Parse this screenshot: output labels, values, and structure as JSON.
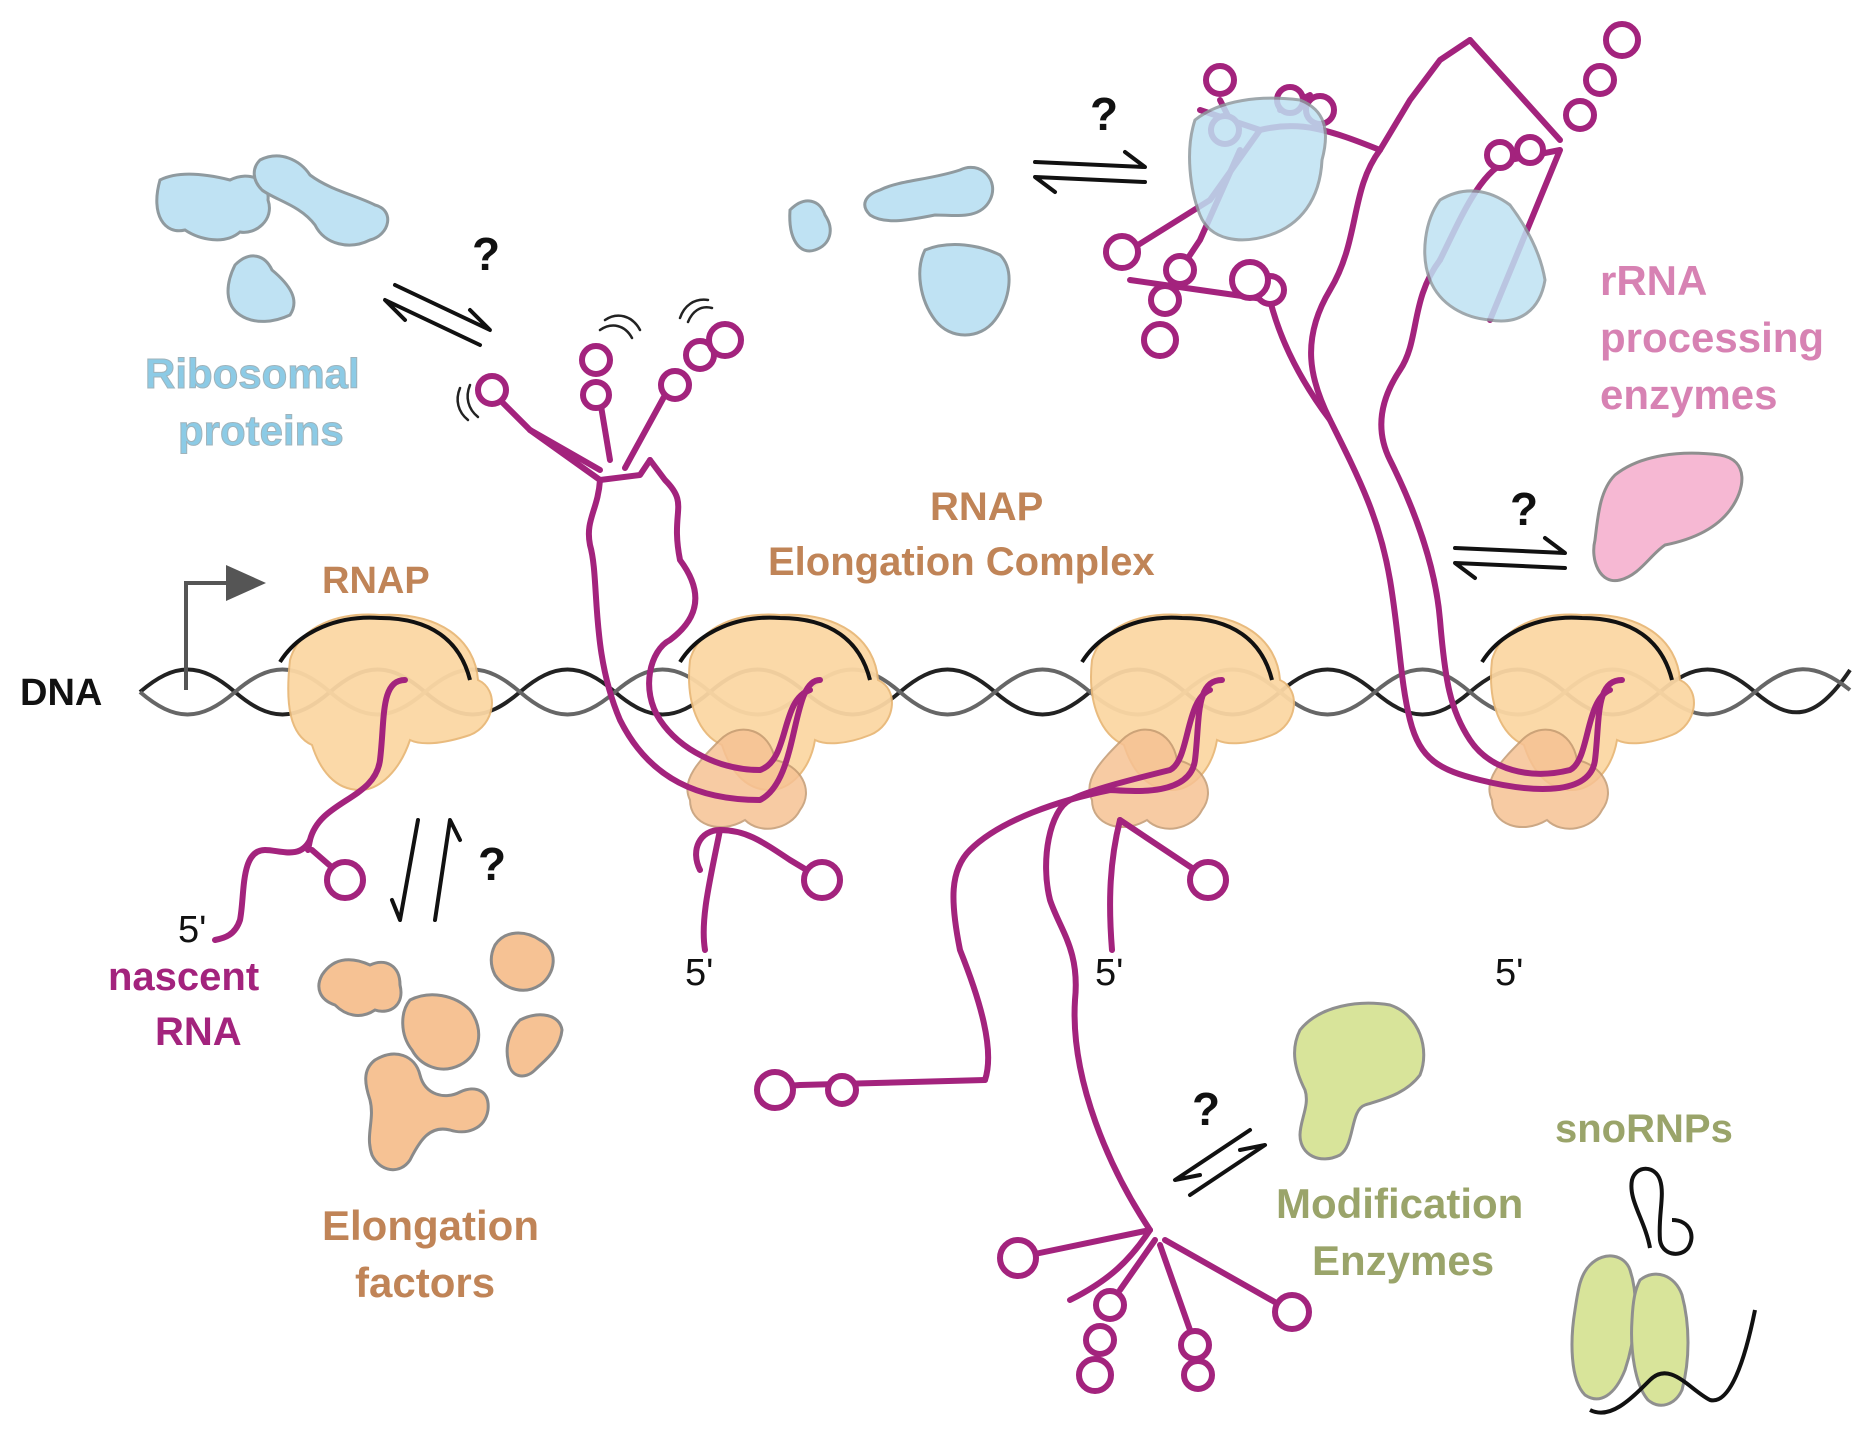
{
  "labels": {
    "dna": "DNA",
    "rnap": "RNAP",
    "rnap_ec_line1": "RNAP",
    "rnap_ec_line2": "Elongation Complex",
    "ribosomal_line1": "Ribosomal",
    "ribosomal_line2": "proteins",
    "rrna_line1": "rRNA",
    "rrna_line2": "processing",
    "rrna_line3": "enzymes",
    "nascent_line1": "nascent",
    "nascent_line2": "RNA",
    "elong_line1": "Elongation",
    "elong_line2": "factors",
    "mod_line1": "Modification",
    "mod_line2": "Enzymes",
    "snornps": "snoRNPs",
    "five_prime": "5'",
    "question": "?"
  },
  "colors": {
    "rna": "#a3237d",
    "rnap": "#fbd7a4",
    "rnap_label": "#c08457",
    "ribosomal": "#bfe2f3",
    "ribosomal_label": "#8ccbe6",
    "pink": "#f6b8d3",
    "pink_label": "#d782b3",
    "green": "#d8e49a",
    "green_label": "#9aa46a",
    "elong": "#f6c294"
  }
}
